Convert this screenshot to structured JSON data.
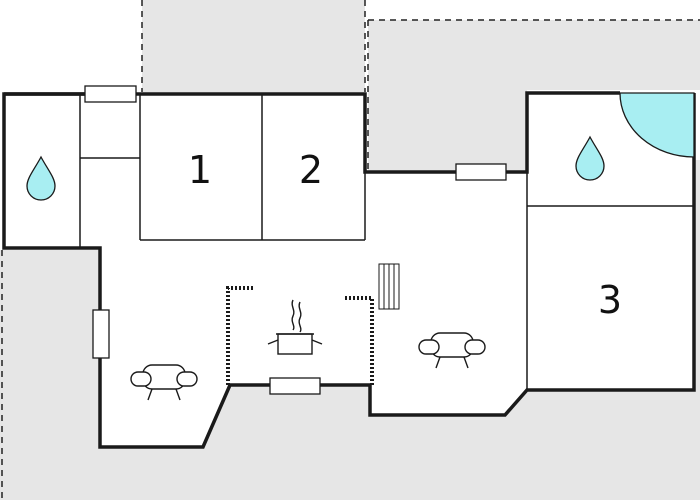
{
  "floorplan": {
    "colors": {
      "outside": "#e6e6e6",
      "floor": "#ffffff",
      "wall": "#1a1a1a",
      "water": "#a8eef2",
      "dashed": "#222222"
    },
    "rooms": [
      {
        "id": "bedroom-1",
        "label": "1"
      },
      {
        "id": "bedroom-2",
        "label": "2"
      },
      {
        "id": "bedroom-3",
        "label": "3"
      }
    ],
    "icons": [
      "water-drop-icon",
      "water-drop-icon",
      "shower-icon",
      "armchair-icon",
      "armchair-icon",
      "cooking-pot-icon",
      "radiator-icon",
      "window-icon"
    ]
  }
}
